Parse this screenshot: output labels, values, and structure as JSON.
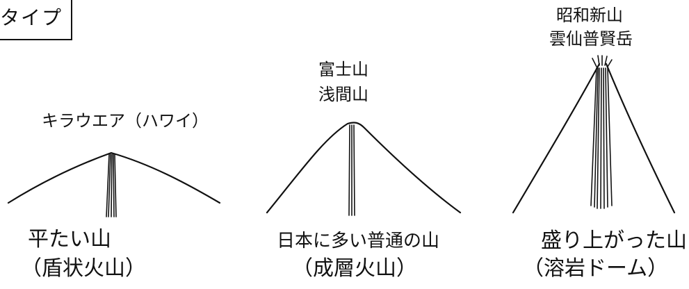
{
  "header": {
    "label": "タイプ"
  },
  "volcanoes": [
    {
      "example": "キラウエア（ハワイ）",
      "type_label": "平たい山",
      "type_name": "（盾状火山）"
    },
    {
      "example_line1": "富士山",
      "example_line2": "浅間山",
      "type_label": "日本に多い普通の山",
      "type_name": "（成層火山）"
    },
    {
      "example_line1": "昭和新山",
      "example_line2": "雲仙普賢岳",
      "type_label": "盛り上がった山",
      "type_name": "（溶岩ドーム）"
    }
  ]
}
